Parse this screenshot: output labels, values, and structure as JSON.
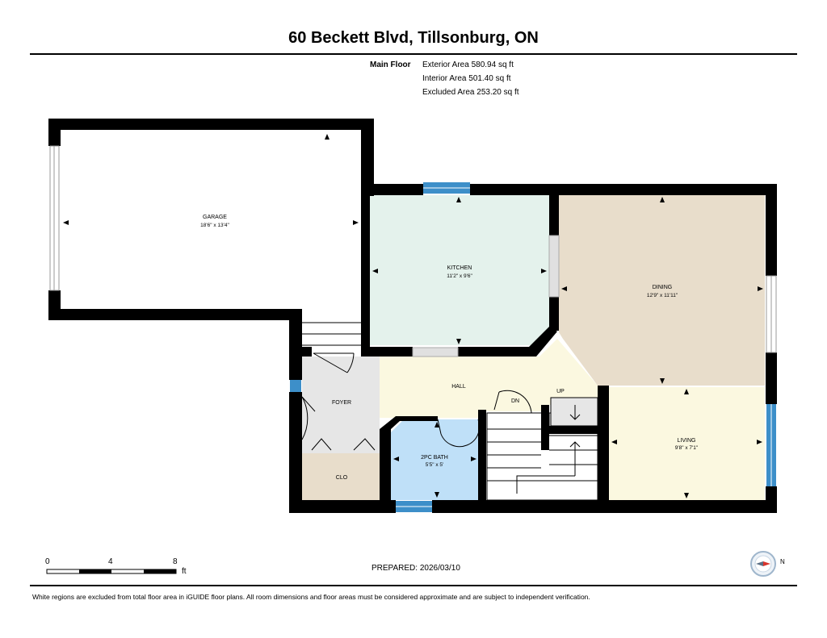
{
  "header": {
    "title": "60 Beckett Blvd, Tillsonburg, ON"
  },
  "floor_info": {
    "floor_label": "Main Floor",
    "exterior_area": "Exterior Area 580.94 sq ft",
    "interior_area": "Interior Area 501.40 sq ft",
    "excluded_area": "Excluded Area 253.20 sq ft"
  },
  "rooms": {
    "garage": {
      "name": "GARAGE",
      "dims": "18'6\" x 13'4\""
    },
    "kitchen": {
      "name": "KITCHEN",
      "dims": "11'2\" x 9'6\""
    },
    "dining": {
      "name": "DINING",
      "dims": "12'9\" x 11'11\""
    },
    "hall": {
      "name": "HALL"
    },
    "foyer": {
      "name": "FOYER"
    },
    "bath": {
      "name": "2PC BATH",
      "dims": "5'5\" x 5'"
    },
    "living": {
      "name": "LIVING",
      "dims": "9'8\" x 7'1\""
    },
    "clo": {
      "name": "CLO"
    },
    "stairs_dn": "DN",
    "stairs_up": "UP"
  },
  "scale": {
    "tick0": "0",
    "tick1": "4",
    "tick2": "8",
    "unit": "ft"
  },
  "prepared": "PREPARED: 2026/03/10",
  "compass": {
    "label": "N"
  },
  "footer": {
    "disclaimer": "White regions are excluded from total floor area in iGUIDE floor plans. All room dimensions and floor areas must be considered approximate and are subject to independent verification."
  },
  "colors": {
    "wall": "#000000",
    "kitchen": "#e4f2ec",
    "dining": "#e8ddcb",
    "hall": "#fbf8e0",
    "living": "#fbf8e0",
    "foyer": "#e6e6e6",
    "bath": "#bfe0f8",
    "clo": "#e8ddcb",
    "window": "#3d8fc9"
  }
}
